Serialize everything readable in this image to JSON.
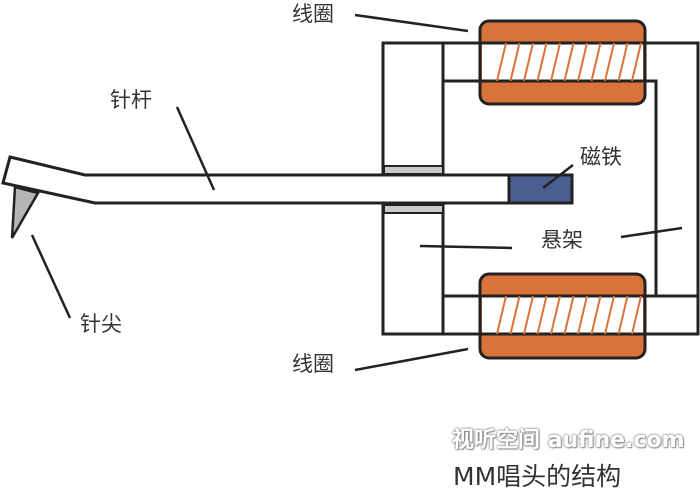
{
  "labels": {
    "coil_top": "线圈",
    "coil_bottom": "线圈",
    "cantilever": "针杆",
    "stylus_tip": "针尖",
    "magnet": "磁铁",
    "suspension": "悬架"
  },
  "caption": "MM唱头的结构",
  "watermark": "视听空间 aufine.com",
  "colors": {
    "coil": "#d9733a",
    "winding": "#d9733a",
    "magnet": "#4a5f8f",
    "spacer": "#c8c8c8",
    "stylus": "#b5b5b5",
    "stroke": "#222222"
  }
}
